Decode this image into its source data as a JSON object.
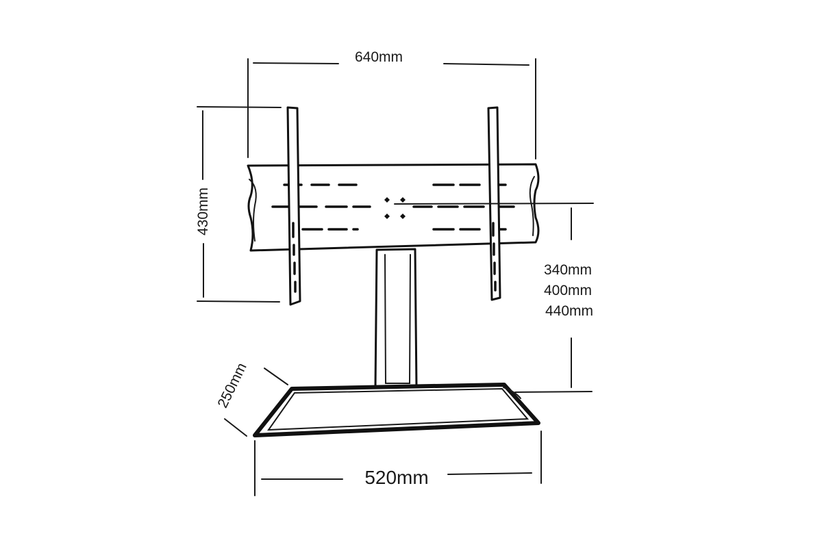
{
  "diagram": {
    "dimensions": {
      "overall_width": "640mm",
      "height": "430mm",
      "height_options": [
        "340mm",
        "400mm",
        "440mm"
      ],
      "base_depth": "250mm",
      "base_width": "520mm"
    }
  }
}
